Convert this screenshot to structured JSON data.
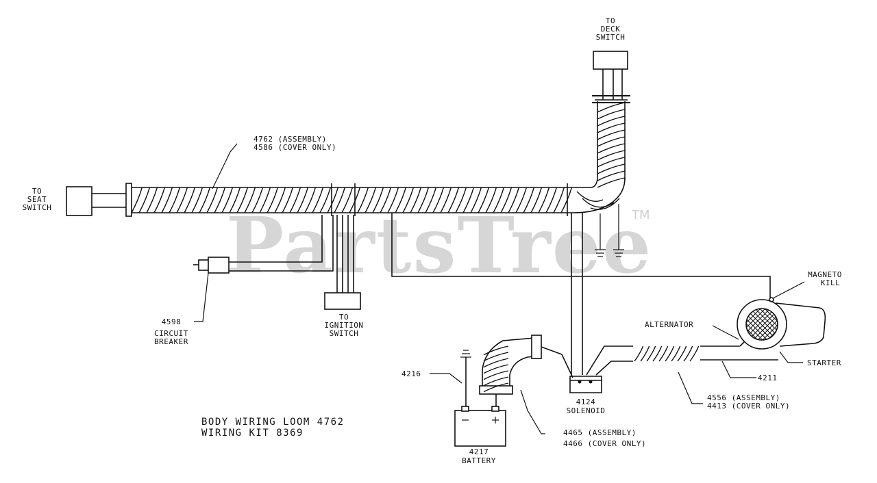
{
  "watermark": {
    "text": "PartsTree",
    "tm": "TM"
  },
  "labels": {
    "deck_switch": [
      "TO",
      "DECK",
      "SWITCH"
    ],
    "seat_switch": [
      "TO",
      "SEAT",
      "SWITCH"
    ],
    "main_loom": [
      "4762 (ASSEMBLY)",
      "4586 (COVER ONLY)"
    ],
    "circuit_breaker": [
      "4598",
      "CIRCUIT",
      "BREAKER"
    ],
    "ignition_switch": [
      "TO",
      "IGNITION",
      "SWITCH"
    ],
    "magneto_kill": [
      "MAGNETO",
      "KILL"
    ],
    "alternator": "ALTERNATOR",
    "starter": "STARTER",
    "part_4211": "4211",
    "part_4216": "4216",
    "solenoid": [
      "4124",
      "SOLENOID"
    ],
    "starter_loom": [
      "4556 (ASSEMBLY)",
      "4413 (COVER ONLY)"
    ],
    "battery_loom": [
      "4465 (ASSEMBLY)",
      "4466 (COVER ONLY)"
    ],
    "battery": [
      "4217",
      "BATTERY"
    ],
    "title": [
      "BODY WIRING LOOM 4762",
      "WIRING KIT 8369"
    ]
  }
}
